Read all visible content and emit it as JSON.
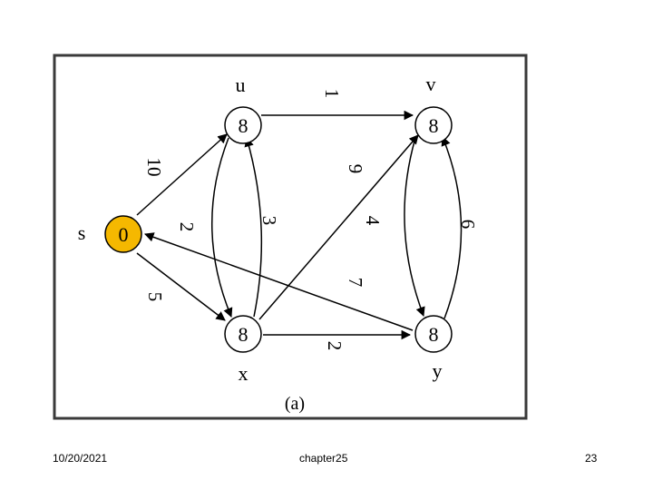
{
  "nodes": {
    "u": {
      "label": "u",
      "value": "8"
    },
    "v": {
      "label": "v",
      "value": "8"
    },
    "s": {
      "label": "s",
      "value": "0"
    },
    "x": {
      "label": "x",
      "value": "8"
    },
    "y": {
      "label": "y",
      "value": "8"
    }
  },
  "edges": [
    {
      "id": "s-u",
      "weight": "10"
    },
    {
      "id": "u-v",
      "weight": "1"
    },
    {
      "id": "s-x",
      "weight": "5"
    },
    {
      "id": "u-x",
      "weight": "2"
    },
    {
      "id": "x-u",
      "weight": "3"
    },
    {
      "id": "x-v",
      "weight": "9"
    },
    {
      "id": "v-y",
      "weight": "4"
    },
    {
      "id": "y-v",
      "weight": "6"
    },
    {
      "id": "y-s",
      "weight": "7"
    },
    {
      "id": "x-y",
      "weight": "2"
    }
  ],
  "caption": "(a)",
  "footer": {
    "date": "10/20/2021",
    "title": "chapter25",
    "page": "23"
  },
  "colors": {
    "source_fill": "#f5b800",
    "node_fill": "#ffffff"
  }
}
